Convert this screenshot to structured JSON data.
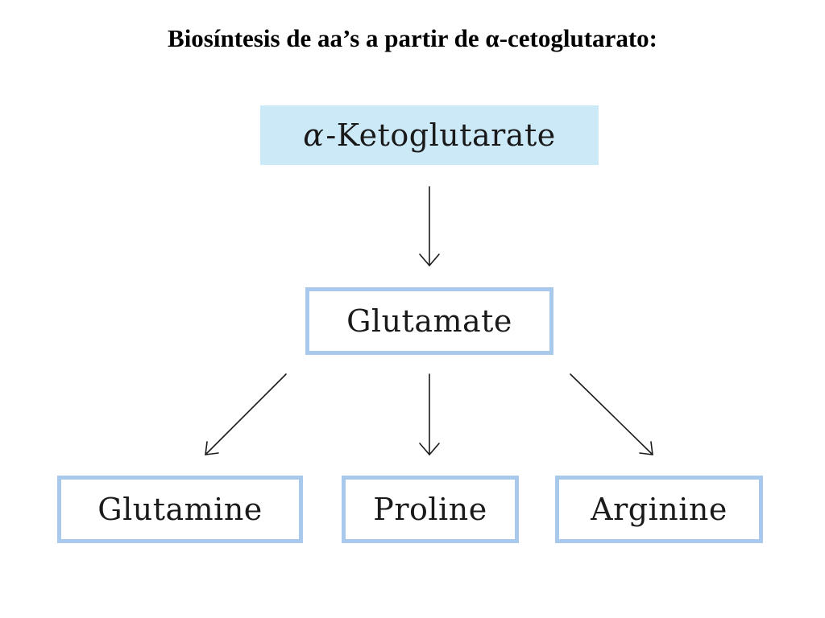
{
  "title": "Biosíntesis de aa’s a partir de α-cetoglutarato:",
  "colors": {
    "source_fill": "#cce9f8",
    "box_border": "#a8c8ec",
    "arrow": "#1a1a1a",
    "text": "#1a1a1a"
  },
  "source": {
    "prefix": "α",
    "label": "-Ketoglutarate"
  },
  "intermediate": {
    "label": "Glutamate"
  },
  "products": [
    {
      "label": "Glutamine"
    },
    {
      "label": "Proline"
    },
    {
      "label": "Arginine"
    }
  ]
}
